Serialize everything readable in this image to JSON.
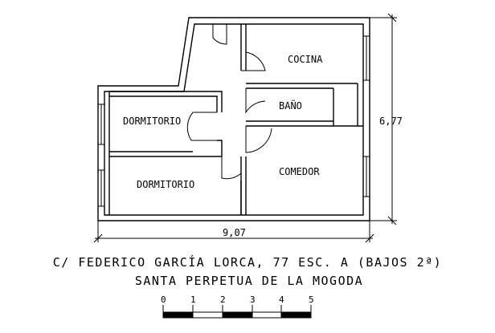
{
  "rooms": {
    "cocina": "COCINA",
    "bano": "BAÑO",
    "dormitorio_1": "DORMITORIO",
    "dormitorio_2": "DORMITORIO",
    "comedor": "COMEDOR"
  },
  "dimensions": {
    "height": "6,77",
    "width": "9,07"
  },
  "caption": {
    "line1": "C/ FEDERICO GARCÍA LORCA, 77 ESC. A (BAJOS 2ª)",
    "line2": "SANTA PERPETUA DE LA MOGODA"
  },
  "scale": {
    "ticks": [
      "0",
      "1",
      "2",
      "3",
      "4",
      "5"
    ]
  }
}
